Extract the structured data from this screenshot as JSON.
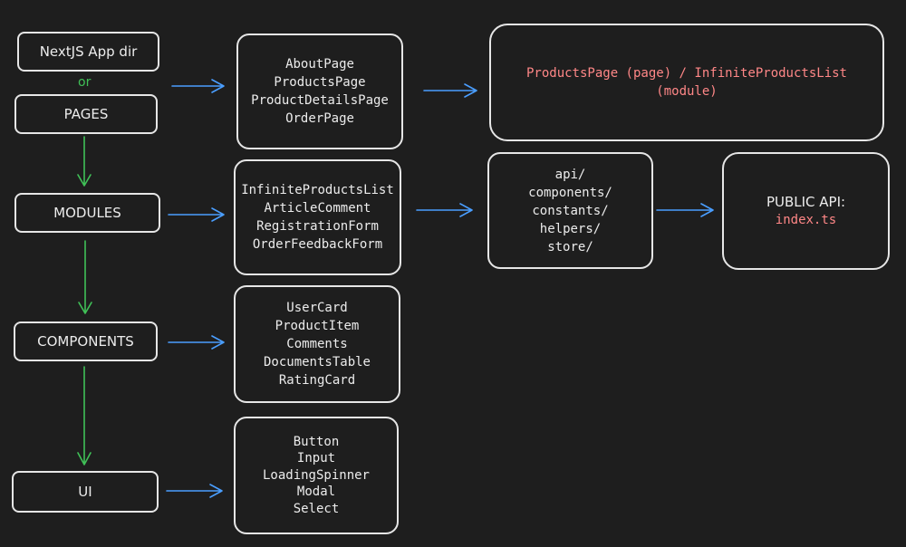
{
  "layers": {
    "app_dir": "NextJS App dir",
    "or": "or",
    "pages": "PAGES",
    "modules": "MODULES",
    "components": "COMPONENTS",
    "ui": "UI"
  },
  "pages_list": [
    "AboutPage",
    "ProductsPage",
    "ProductDetailsPage",
    "OrderPage"
  ],
  "modules_list": [
    "InfiniteProductsList",
    "ArticleComment",
    "RegistrationForm",
    "OrderFeedbackForm"
  ],
  "components_list": [
    "UserCard",
    "ProductItem",
    "Comments",
    "DocumentsTable",
    "RatingCard"
  ],
  "ui_list": [
    "Button",
    "Input",
    "LoadingSpinner",
    "Modal",
    "Select"
  ],
  "example": {
    "line1": "ProductsPage (page) / InfiniteProductsList",
    "line2": "(module)"
  },
  "module_structure": [
    "api/",
    "components/",
    "constants/",
    "helpers/",
    "store/"
  ],
  "public_api": {
    "label": "PUBLIC API:",
    "file": "index.ts"
  },
  "colors": {
    "background": "#1e1e1e",
    "stroke": "#e6e6e6",
    "text": "#ececec",
    "accent_red": "#ff8787",
    "arrow_blue": "#4a9eff",
    "arrow_green": "#40c057"
  }
}
